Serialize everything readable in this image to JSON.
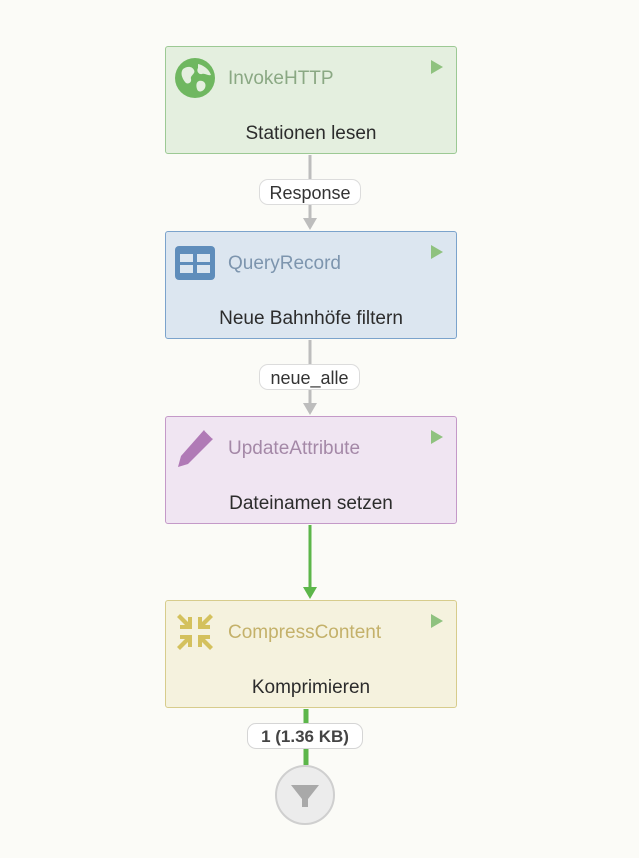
{
  "processors": [
    {
      "type": "InvokeHTTP",
      "name": "Stationen lesen",
      "icon": "globe-icon",
      "color": "#6fb760"
    },
    {
      "type": "QueryRecord",
      "name": "Neue Bahnhöfe filtern",
      "icon": "table-icon",
      "color": "#5f8dbb"
    },
    {
      "type": "UpdateAttribute",
      "name": "Dateinamen setzen",
      "icon": "pencil-icon",
      "color": "#b07ab6"
    },
    {
      "type": "CompressContent",
      "name": "Komprimieren",
      "icon": "compress-icon",
      "color": "#d4c15d"
    }
  ],
  "relationships": [
    "Response",
    "neue_alle"
  ],
  "queue": {
    "label": "1 (1.36 KB)"
  },
  "colors": {
    "active_connection": "#5cb64a",
    "connection": "#bdbdbd",
    "run": "#8fc27f"
  }
}
